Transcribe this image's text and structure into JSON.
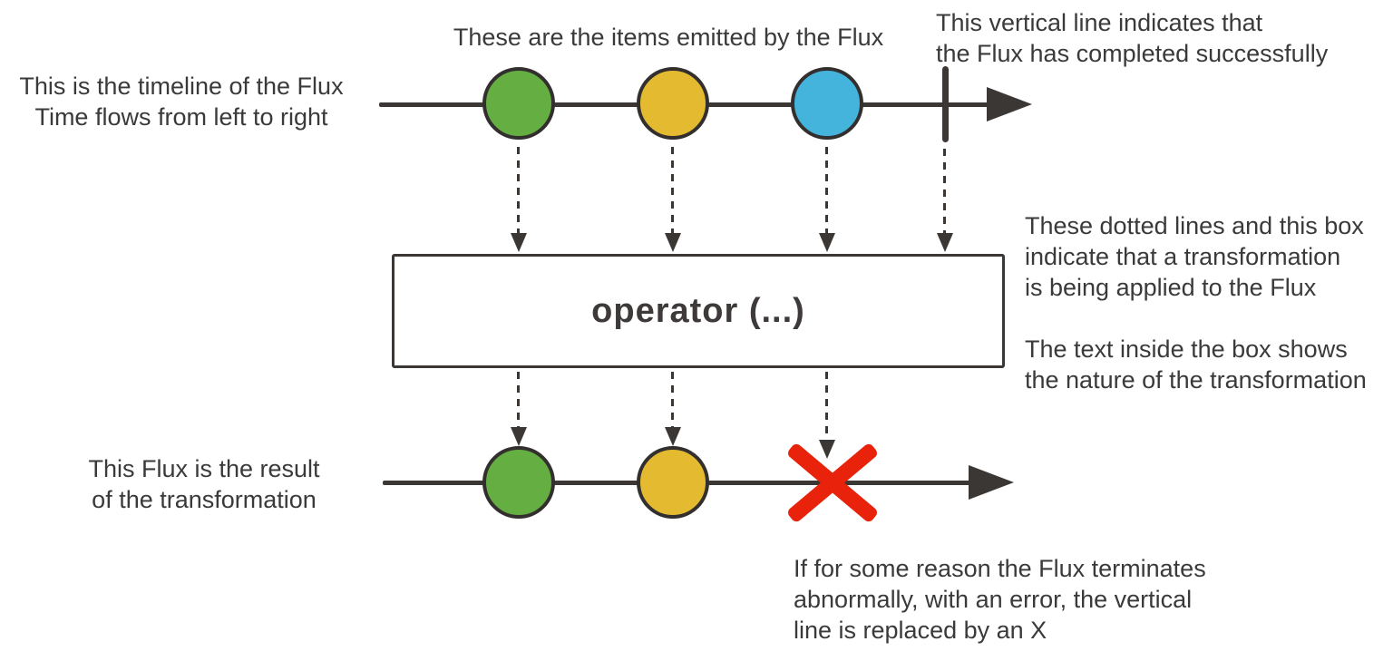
{
  "colors": {
    "ink": "#3a3a3a",
    "green": "#64ae42",
    "yellow": "#e4bb30",
    "blue": "#44b4dd",
    "red": "#e8220b",
    "box_bg": "#ffffff"
  },
  "operator_box": {
    "label": "operator (...)"
  },
  "marbles": {
    "top_sequence": [
      "green",
      "yellow",
      "blue"
    ],
    "top_terminal": "complete-bar",
    "bottom_sequence": [
      "green",
      "yellow"
    ],
    "bottom_terminal": "error-x"
  },
  "annotations": {
    "top_left": {
      "line1": "This is the timeline of the Flux",
      "line2": "Time flows from left to right"
    },
    "items_emitted": {
      "line1": "These are the items emitted by the Flux"
    },
    "complete": {
      "line1": "This vertical line indicates that",
      "line2": "the Flux has completed successfully"
    },
    "transformation": {
      "line1": "These dotted lines and this box",
      "line2": "indicate that a transformation",
      "line3": "is being applied to the Flux",
      "line4": "The text inside the box shows",
      "line5": "the nature of the transformation"
    },
    "result": {
      "line1": "This Flux is the result",
      "line2": "of the transformation"
    },
    "error": {
      "line1": "If for some reason the Flux terminates",
      "line2": "abnormally, with an error, the vertical",
      "line3": "line is replaced by an X"
    }
  }
}
